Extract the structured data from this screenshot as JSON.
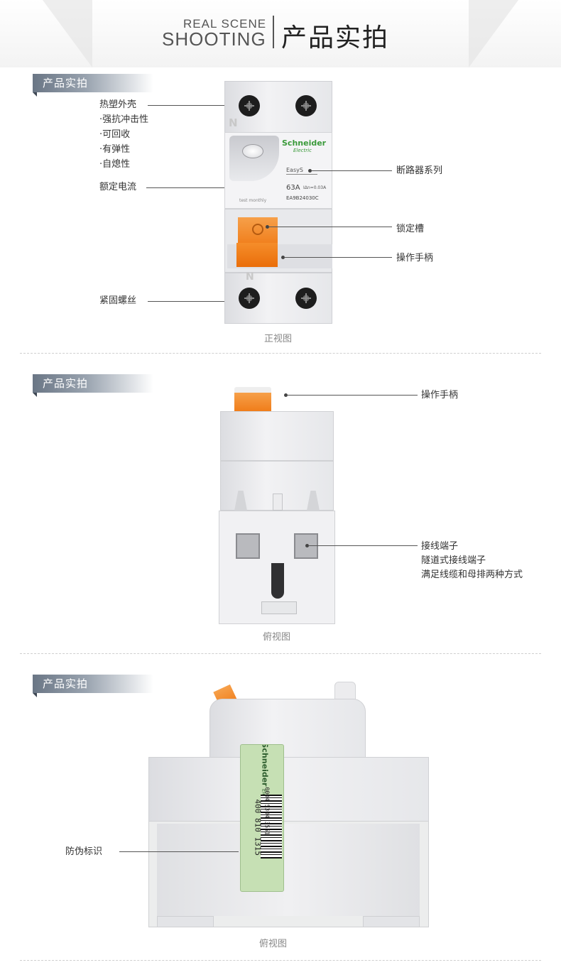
{
  "header": {
    "en_line1": "REAL SCENE",
    "en_line2": "SHOOTING",
    "cn_title": "产品实拍"
  },
  "section1": {
    "tag": "产品实拍",
    "left_callouts": {
      "housing": "热塑外壳",
      "features": [
        "·强抗冲击性",
        "·可回收",
        "·有弹性",
        "·自熄性"
      ],
      "rated_current": "额定电流",
      "fastening_screw": "紧固螺丝"
    },
    "right_callouts": {
      "series": "断路器系列",
      "lock_slot": "锁定槽",
      "handle": "操作手柄"
    },
    "device_labels": {
      "n_top": "N",
      "n_bottom": "N",
      "brand": "Schneider",
      "brand_sub": "Electric",
      "series_name": "EasyS",
      "rating": "63A",
      "sensitivity": "IΔn=0.03A",
      "model": "EA9B24030C",
      "test_text": "test monthly"
    },
    "caption": "正视图"
  },
  "section2": {
    "tag": "产品实拍",
    "callouts": {
      "handle": "操作手柄",
      "terminal_lines": [
        "接线端子",
        "隧道式接线端子",
        "满足线缆和母排两种方式"
      ]
    },
    "caption": "俯视图"
  },
  "section3": {
    "tag": "产品实拍",
    "callouts": {
      "anti_fake": "防伪标识"
    },
    "sticker": {
      "brand": "Schneider",
      "brand_sub": "Electric",
      "serial": "0004 5304 3551",
      "phone": "400 810 1315"
    },
    "caption": "俯视图"
  },
  "colors": {
    "accent_orange": "#f07d1a",
    "brand_green": "#3a9a3a",
    "tag_grey": "#7b8694"
  }
}
